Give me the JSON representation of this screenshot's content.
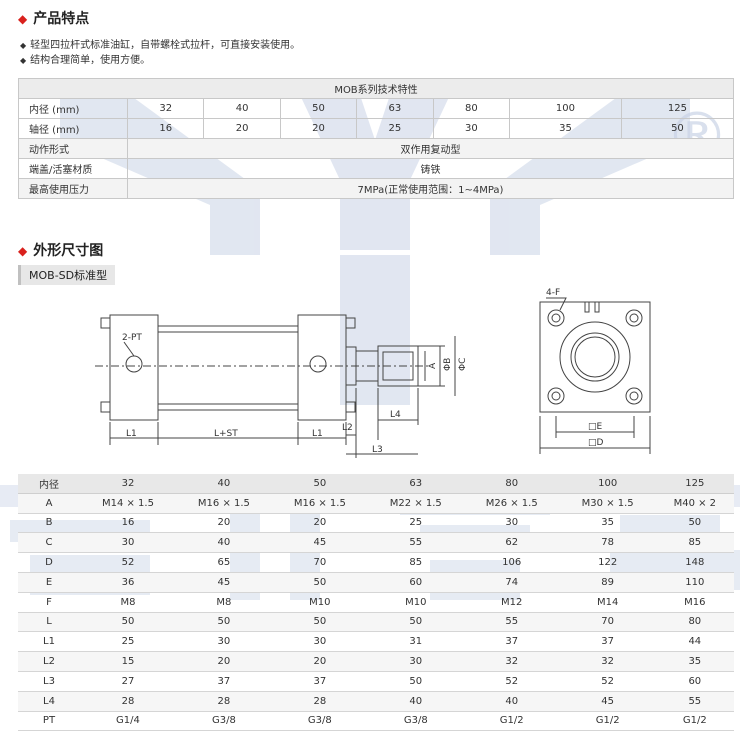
{
  "features": {
    "title": "产品特点",
    "bullets": [
      "轻型四拉杆式标准油缸，自带螺栓式拉杆，可直接安装使用。",
      "结构合理简单，使用方便。"
    ]
  },
  "spec_table": {
    "title": "MOB系列技术特性",
    "bore": {
      "label": "内径 (mm)",
      "values": [
        "32",
        "40",
        "50",
        "63",
        "80",
        "100",
        "125"
      ]
    },
    "rod": {
      "label": "轴径 (mm)",
      "values": [
        "16",
        "20",
        "20",
        "25",
        "30",
        "35",
        "50"
      ]
    },
    "rows": [
      {
        "label": "动作形式",
        "value": "双作用复动型"
      },
      {
        "label": "端盖/活塞材质",
        "value": "铸铁"
      },
      {
        "label": "最高使用压力",
        "value": "7MPa(正常使用范围：1~4MPa)"
      }
    ]
  },
  "drawing": {
    "title": "外形尺寸图",
    "model": "MOB-SD标准型",
    "labels": {
      "pt": "2-PT",
      "l1a": "L1",
      "lst": "L+ST",
      "l1b": "L1",
      "l2": "L2",
      "l3": "L3",
      "l4": "L4",
      "a": "A",
      "b": "ΦB",
      "c": "ΦC",
      "f": "4-F",
      "e": "□E",
      "d": "□D"
    }
  },
  "dim_table": {
    "header": [
      "内径",
      "32",
      "40",
      "50",
      "63",
      "80",
      "100",
      "125"
    ],
    "rows": [
      [
        "A",
        "M14 × 1.5",
        "M16 × 1.5",
        "M16 × 1.5",
        "M22 × 1.5",
        "M26 × 1.5",
        "M30 × 1.5",
        "M40 × 2"
      ],
      [
        "B",
        "16",
        "20",
        "20",
        "25",
        "30",
        "35",
        "50"
      ],
      [
        "C",
        "30",
        "40",
        "45",
        "55",
        "62",
        "78",
        "85"
      ],
      [
        "D",
        "52",
        "65",
        "70",
        "85",
        "106",
        "122",
        "148"
      ],
      [
        "E",
        "36",
        "45",
        "50",
        "60",
        "74",
        "89",
        "110"
      ],
      [
        "F",
        "M8",
        "M8",
        "M10",
        "M10",
        "M12",
        "M14",
        "M16"
      ],
      [
        "L",
        "50",
        "50",
        "50",
        "50",
        "55",
        "70",
        "80"
      ],
      [
        "L1",
        "25",
        "30",
        "30",
        "31",
        "37",
        "37",
        "44"
      ],
      [
        "L2",
        "15",
        "20",
        "20",
        "30",
        "32",
        "32",
        "35"
      ],
      [
        "L3",
        "27",
        "37",
        "37",
        "50",
        "52",
        "52",
        "60"
      ],
      [
        "L4",
        "28",
        "28",
        "28",
        "40",
        "40",
        "45",
        "55"
      ],
      [
        "PT",
        "G1/4",
        "G3/8",
        "G3/8",
        "G3/8",
        "G1/2",
        "G1/2",
        "G1/2"
      ]
    ]
  },
  "watermark": {
    "mark": "®"
  }
}
